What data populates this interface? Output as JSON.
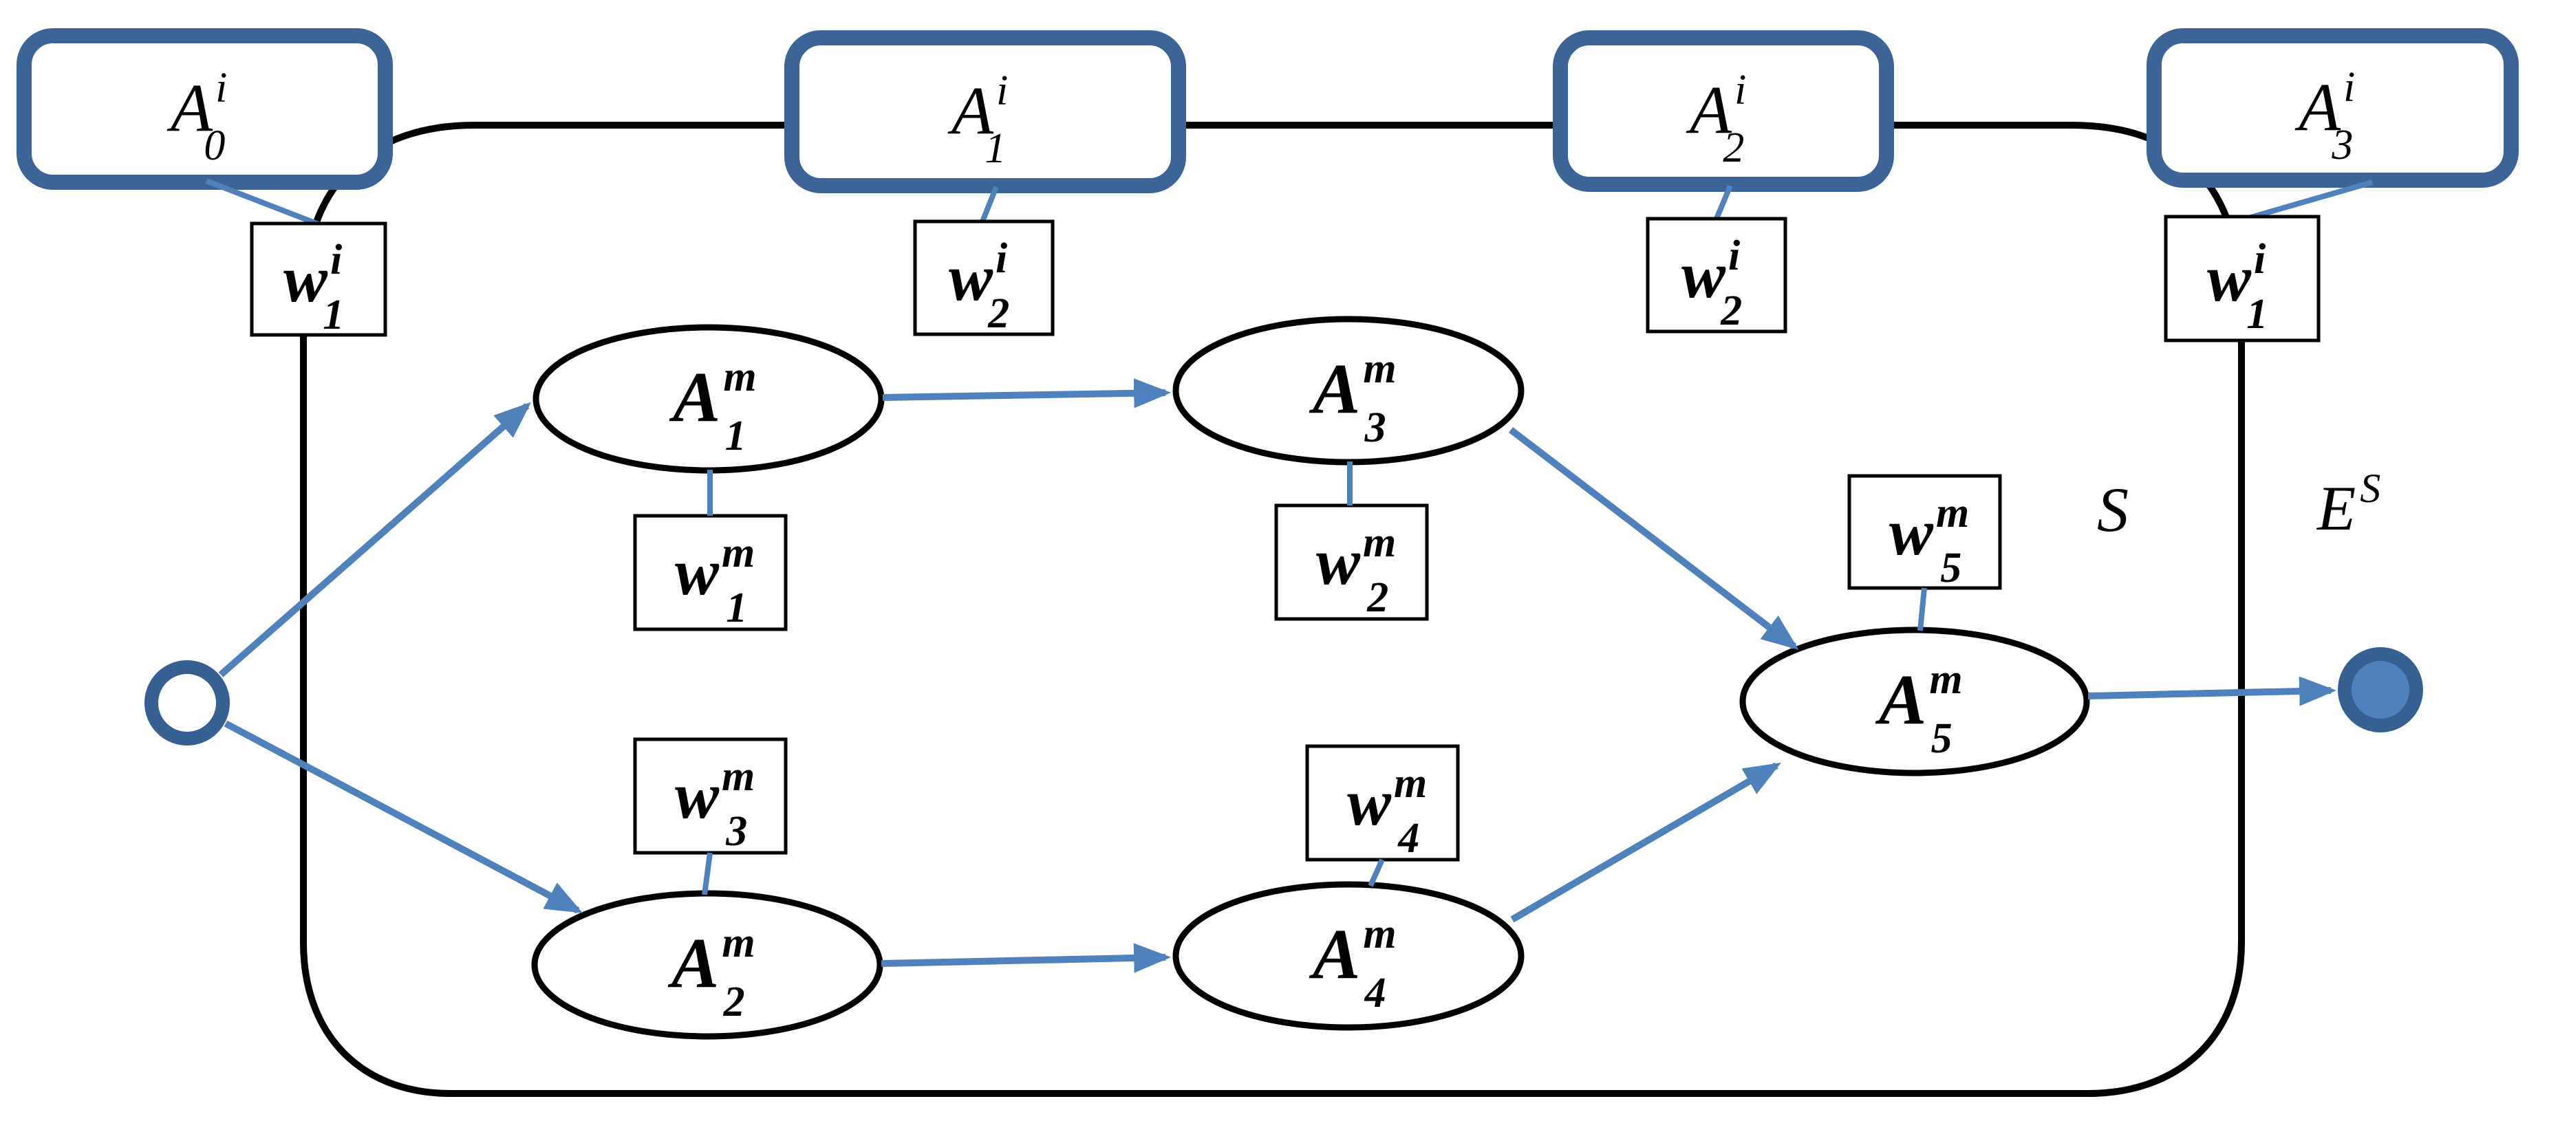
{
  "diagram": {
    "type": "workflow-state-diagram",
    "colors": {
      "background": "#ffffff",
      "interface_box_border": "#3C6496",
      "blue_line": "#4F81BD",
      "terminal_ring": "#376092",
      "outline_black": "#000000"
    },
    "nodes": {
      "Ai0": {
        "base": "A",
        "sup": "i",
        "sub": "0"
      },
      "Ai1": {
        "base": "A",
        "sup": "i",
        "sub": "1"
      },
      "Ai2": {
        "base": "A",
        "sup": "i",
        "sub": "2"
      },
      "Ai3": {
        "base": "A",
        "sup": "i",
        "sub": "3"
      },
      "wi1a": {
        "base": "w",
        "sup": "i",
        "sub": "1"
      },
      "wi2a": {
        "base": "w",
        "sup": "i",
        "sub": "2"
      },
      "wi2b": {
        "base": "w",
        "sup": "i",
        "sub": "2"
      },
      "wi1b": {
        "base": "w",
        "sup": "i",
        "sub": "1"
      },
      "Am1": {
        "base": "A",
        "sup": "m",
        "sub": "1"
      },
      "Am2": {
        "base": "A",
        "sup": "m",
        "sub": "2"
      },
      "Am3": {
        "base": "A",
        "sup": "m",
        "sub": "3"
      },
      "Am4": {
        "base": "A",
        "sup": "m",
        "sub": "4"
      },
      "Am5": {
        "base": "A",
        "sup": "m",
        "sub": "5"
      },
      "wm1": {
        "base": "w",
        "sup": "m",
        "sub": "1"
      },
      "wm2": {
        "base": "w",
        "sup": "m",
        "sub": "2"
      },
      "wm3": {
        "base": "w",
        "sup": "m",
        "sub": "3"
      },
      "wm4": {
        "base": "w",
        "sup": "m",
        "sub": "4"
      },
      "wm5": {
        "base": "w",
        "sup": "m",
        "sub": "5"
      }
    },
    "annotations": {
      "system_label": "S",
      "exit_label": {
        "base": "E",
        "sup": "S"
      }
    },
    "edges": [
      {
        "from": "start",
        "to": "Am1",
        "style": "arrow"
      },
      {
        "from": "start",
        "to": "Am2",
        "style": "arrow"
      },
      {
        "from": "Am1",
        "to": "Am3",
        "style": "arrow"
      },
      {
        "from": "Am2",
        "to": "Am4",
        "style": "arrow"
      },
      {
        "from": "Am3",
        "to": "Am5",
        "style": "arrow"
      },
      {
        "from": "Am4",
        "to": "Am5",
        "style": "arrow"
      },
      {
        "from": "Am5",
        "to": "end",
        "style": "arrow"
      },
      {
        "from": "Ai0",
        "to": "wi1a",
        "style": "plain"
      },
      {
        "from": "Ai1",
        "to": "wi2a",
        "style": "plain"
      },
      {
        "from": "Ai2",
        "to": "wi2b",
        "style": "plain"
      },
      {
        "from": "Ai3",
        "to": "wi1b",
        "style": "plain"
      },
      {
        "from": "Am1",
        "to": "wm1",
        "style": "plain"
      },
      {
        "from": "Am3",
        "to": "wm2",
        "style": "plain"
      },
      {
        "from": "wm3",
        "to": "Am2",
        "style": "plain"
      },
      {
        "from": "wm4",
        "to": "Am4",
        "style": "plain"
      },
      {
        "from": "wm5",
        "to": "Am5",
        "style": "plain"
      },
      {
        "from": "Ai0",
        "to": "Ai1",
        "style": "boundary"
      },
      {
        "from": "Ai1",
        "to": "Ai2",
        "style": "boundary"
      },
      {
        "from": "Ai2",
        "to": "Ai3",
        "style": "boundary"
      }
    ]
  }
}
